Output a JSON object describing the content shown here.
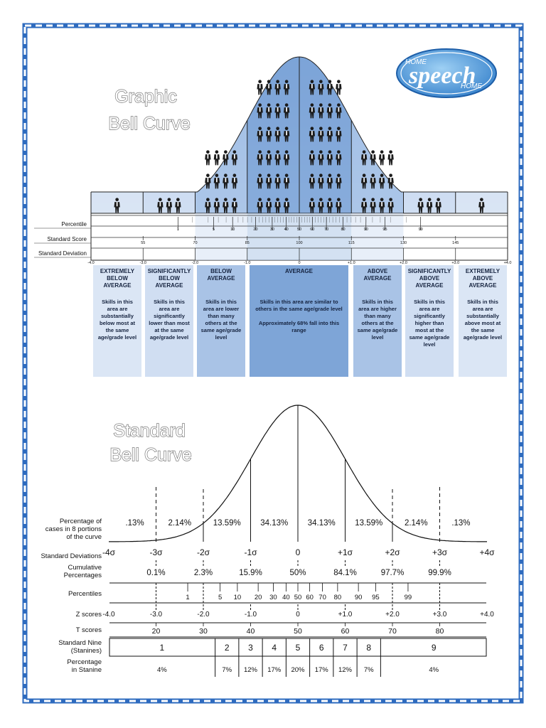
{
  "logo": {
    "top": "HOME",
    "middle": "speech",
    "bottom": "HOME"
  },
  "graphic": {
    "title_lines": [
      "Graphic",
      "Bell Curve"
    ],
    "row_labels": [
      "Percentile",
      "Standard Score",
      "Standard Deviation"
    ],
    "percentile_ticks": [
      "1",
      "5",
      "10",
      "20",
      "30",
      "40",
      "50",
      "60",
      "70",
      "80",
      "90",
      "95",
      "99"
    ],
    "standard_score_ticks": [
      "55",
      "70",
      "85",
      "100",
      "115",
      "130",
      "145"
    ],
    "sd_ticks": [
      "-4.0",
      "-3.0",
      "-2.0",
      "-1.0",
      "0",
      "+1.0",
      "+2.0",
      "+3.0",
      "+4.0"
    ],
    "figures_per_region": [
      1,
      3,
      4,
      6,
      6,
      4,
      3,
      1
    ],
    "categories": [
      {
        "head": [
          "EXTREMELY",
          "BELOW",
          "AVERAGE"
        ],
        "body": [
          "Skills in this",
          "area are",
          "substantially",
          "below most at",
          "the same",
          "age/grade level"
        ]
      },
      {
        "head": [
          "SIGNIFICANTLY",
          "BELOW",
          "AVERAGE"
        ],
        "body": [
          "Skills in this",
          "area are",
          "significantly",
          "lower than most",
          "at the same",
          "age/grade level"
        ]
      },
      {
        "head": [
          "BELOW",
          "AVERAGE"
        ],
        "body": [
          "Skills in this",
          "area are lower",
          "than many",
          "others at the",
          "same age/grade",
          "level"
        ]
      },
      {
        "head": [
          "AVERAGE"
        ],
        "body": [
          "Skills in this area are similar to",
          "others in the same age/grade level",
          "",
          "Approximately 68% fall into this",
          "range"
        ]
      },
      {
        "head": [
          "ABOVE",
          "AVERAGE"
        ],
        "body": [
          "Skills in this",
          "area are higher",
          "than many",
          "others at the",
          "same age/grade",
          "level"
        ]
      },
      {
        "head": [
          "SIGNIFICANTLY",
          "ABOVE",
          "AVERAGE"
        ],
        "body": [
          "Skills in this",
          "area are",
          "significantly",
          "higher than",
          "most at the",
          "same age/grade",
          "level"
        ]
      },
      {
        "head": [
          "EXTREMELY",
          "ABOVE",
          "AVERAGE"
        ],
        "body": [
          "Skills in this",
          "area are",
          "substantially",
          "above most at",
          "the same",
          "age/grade level"
        ]
      }
    ]
  },
  "standard": {
    "title_lines": [
      "Standard",
      "Bell Curve"
    ],
    "row_labels": {
      "percentage_of_cases": [
        "Percentage of",
        "cases in 8 portions",
        "of the curve"
      ],
      "standard_deviations": "Standard Deviations",
      "cumulative": [
        "Cumulative",
        "Percentages"
      ],
      "percentiles": "Percentiles",
      "z_scores": "Z scores",
      "t_scores": "T scores",
      "stanines": [
        "Standard Nine",
        "(Stanines)"
      ],
      "stanine_percent": [
        "Percentage",
        "in Stanine"
      ]
    },
    "portion_percentages": [
      ".13%",
      "2.14%",
      "13.59%",
      "34.13%",
      "34.13%",
      "13.59%",
      "2.14%",
      ".13%"
    ],
    "sigma_labels": [
      "-4σ",
      "-3σ",
      "-2σ",
      "-1σ",
      "0",
      "+1σ",
      "+2σ",
      "+3σ",
      "+4σ"
    ],
    "cumulative_values": [
      "0.1%",
      "2.3%",
      "15.9%",
      "50%",
      "84.1%",
      "97.7%",
      "99.9%"
    ],
    "percentile_values": [
      "1",
      "5",
      "10",
      "20",
      "30",
      "40",
      "50",
      "60",
      "70",
      "80",
      "90",
      "95",
      "99"
    ],
    "z_values": [
      "-4.0",
      "-3.0",
      "-2.0",
      "-1.0",
      "0",
      "+1.0",
      "+2.0",
      "+3.0",
      "+4.0"
    ],
    "t_values": [
      "20",
      "30",
      "40",
      "50",
      "60",
      "70",
      "80"
    ],
    "stanines": [
      "1",
      "2",
      "3",
      "4",
      "5",
      "6",
      "7",
      "8",
      "9"
    ],
    "stanine_percentages": [
      "4%",
      "7%",
      "12%",
      "17%",
      "20%",
      "17%",
      "12%",
      "7%",
      "4%"
    ]
  },
  "colors": {
    "border": "#2e6bbf",
    "band_dark": "#7fa6d8",
    "band_mid": "#b3cbea",
    "band_light": "#dde8f6"
  }
}
